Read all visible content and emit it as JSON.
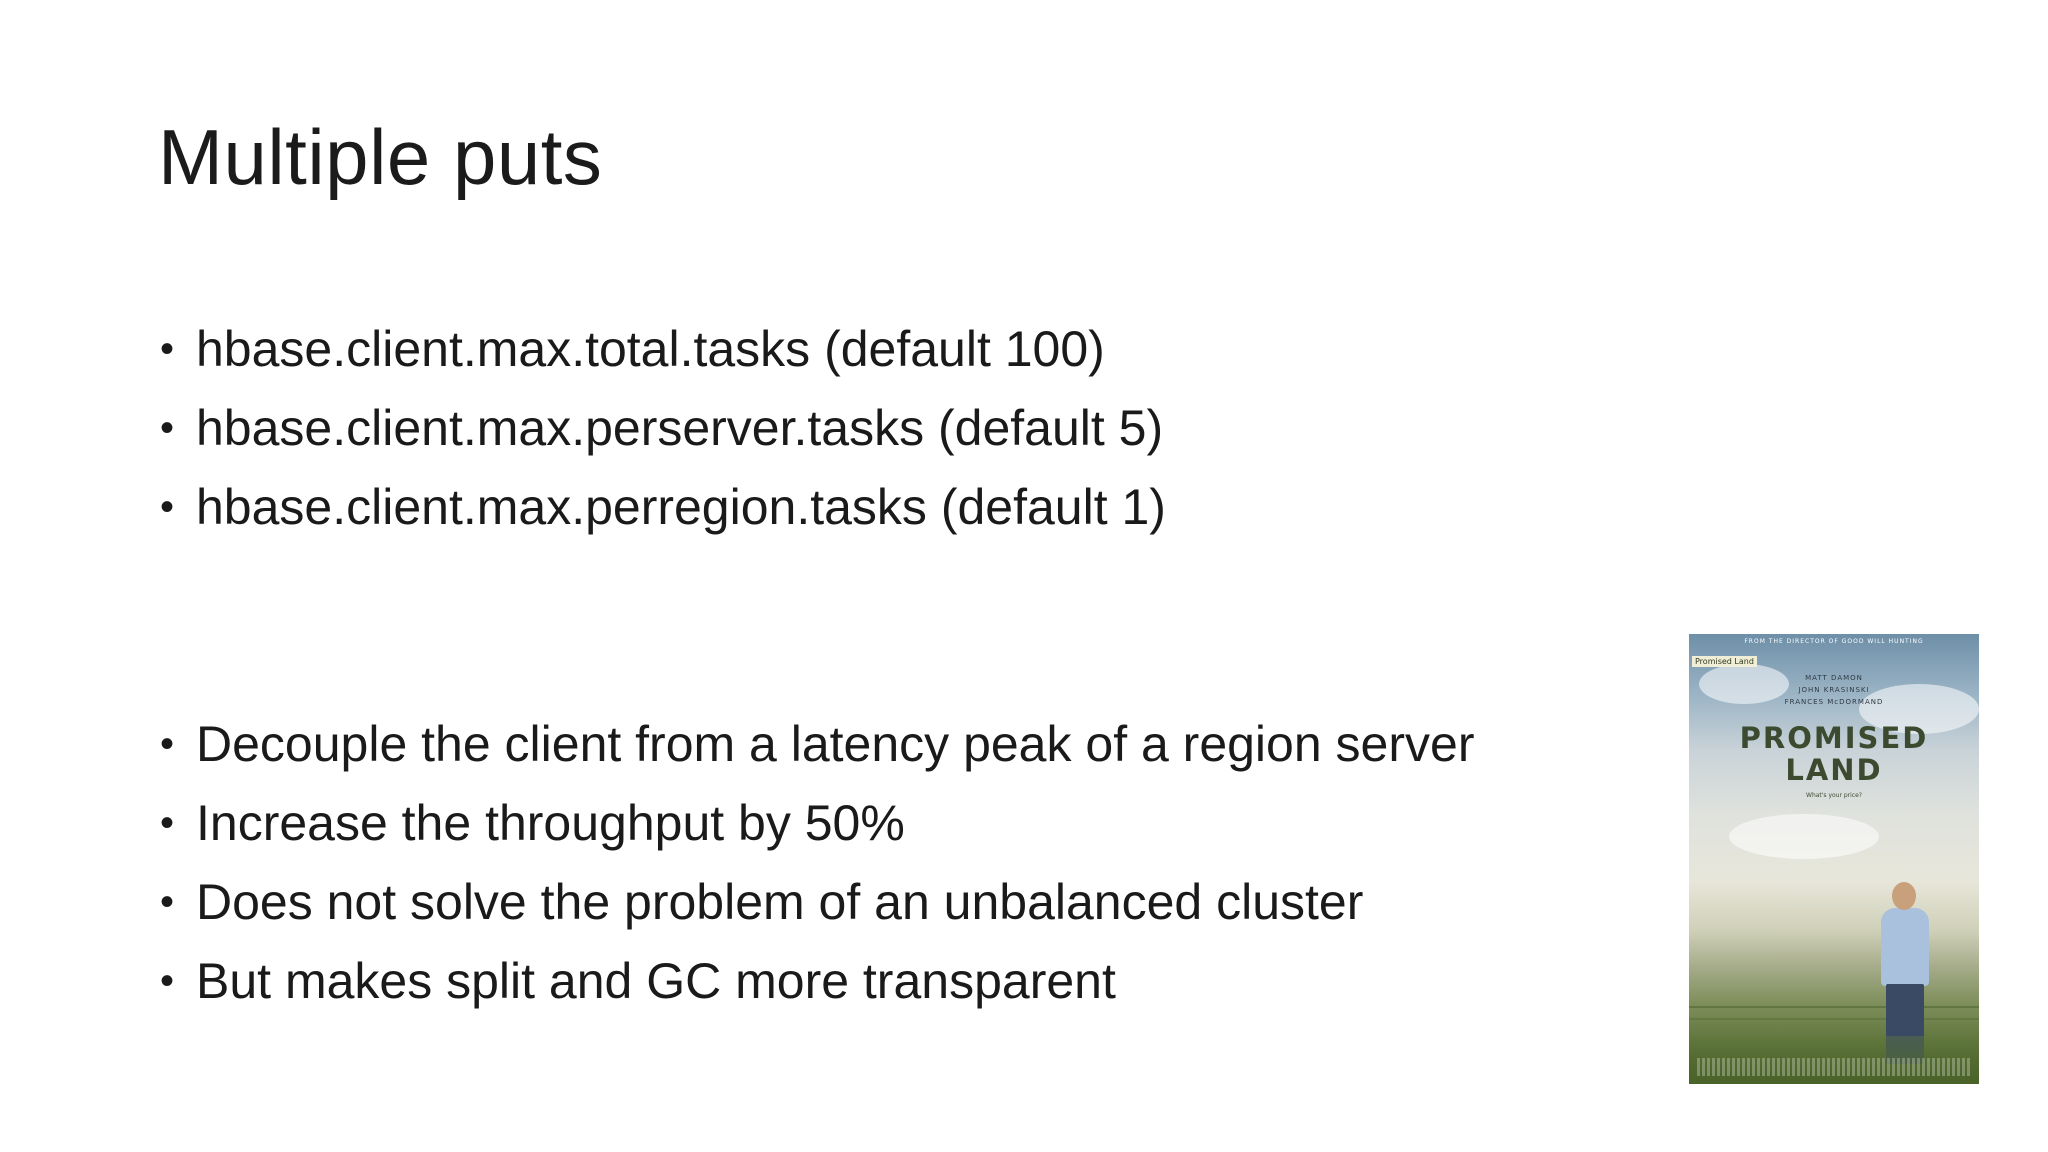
{
  "slide": {
    "title": "Multiple puts",
    "bullet_groups": [
      {
        "items": [
          "hbase.client.max.total.tasks (default 100)",
          "hbase.client.max.perserver.tasks (default 5)",
          "hbase.client.max.perregion.tasks (default 1)"
        ]
      },
      {
        "items": [
          "Decouple the client from a latency peak of a region server",
          "Increase the throughput by 50%",
          "Does not solve the problem of an unbalanced cluster",
          "But makes split and GC more transparent"
        ]
      }
    ],
    "bullet_glyph": "•"
  },
  "poster": {
    "top_text": "FROM THE DIRECTOR OF GOOD WILL HUNTING",
    "corner_tag": "Promised Land",
    "cast": [
      "MATT DAMON",
      "JOHN KRASINSKI",
      "FRANCES McDORMAND"
    ],
    "title_line1": "PROMISED",
    "title_line2": "LAND",
    "tagline": "What's your price?"
  }
}
